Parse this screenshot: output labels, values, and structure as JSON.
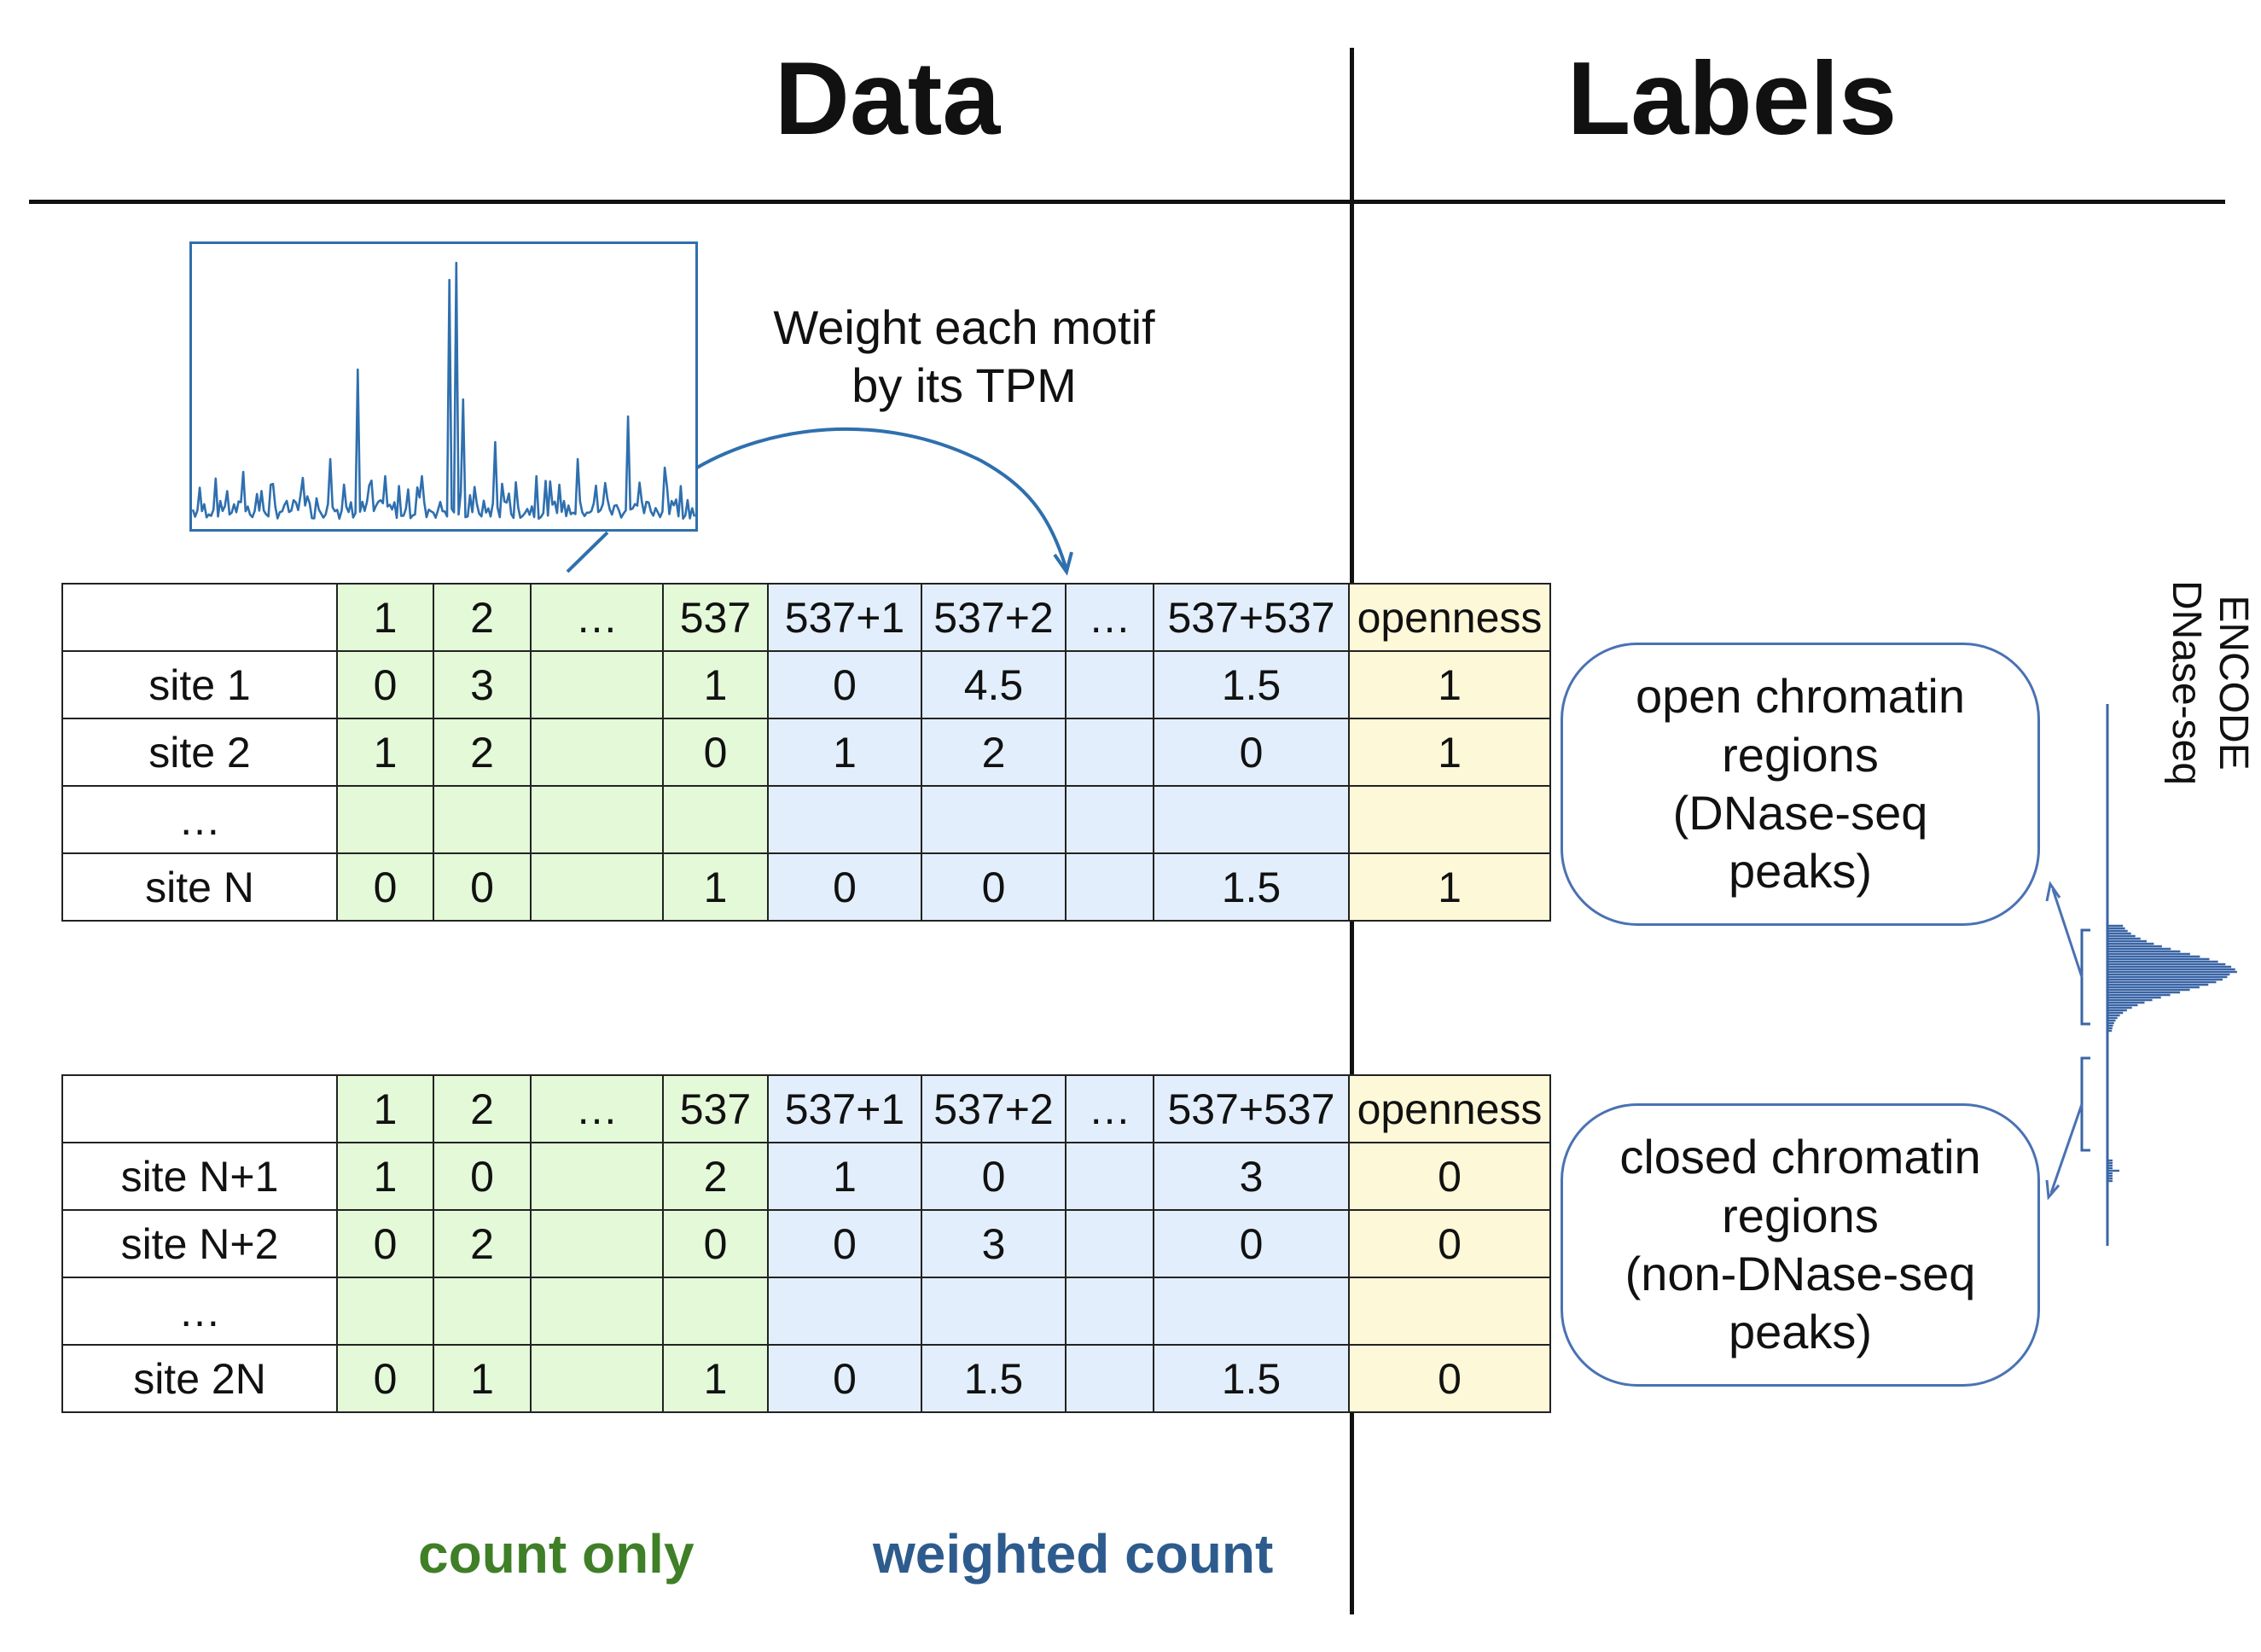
{
  "headers": {
    "data": "Data",
    "labels": "Labels"
  },
  "annotation": {
    "text": "Weight each motif\nby its TPM"
  },
  "columns": [
    "1",
    "2",
    "…",
    "537",
    "537+1",
    "537+2",
    "…",
    "537+537",
    "openness"
  ],
  "table_open": {
    "rows": [
      {
        "label": "site 1",
        "cells": [
          "0",
          "3",
          "",
          "1",
          "0",
          "4.5",
          "",
          "1.5",
          "1"
        ]
      },
      {
        "label": "site 2",
        "cells": [
          "1",
          "2",
          "",
          "0",
          "1",
          "2",
          "",
          "0",
          "1"
        ]
      },
      {
        "label": "…",
        "cells": [
          "",
          "",
          "",
          "",
          "",
          "",
          "",
          "",
          ""
        ]
      },
      {
        "label": "site N",
        "cells": [
          "0",
          "0",
          "",
          "1",
          "0",
          "0",
          "",
          "1.5",
          "1"
        ]
      }
    ]
  },
  "table_closed": {
    "rows": [
      {
        "label": "site N+1",
        "cells": [
          "1",
          "0",
          "",
          "2",
          "1",
          "0",
          "",
          "3",
          "0"
        ]
      },
      {
        "label": "site N+2",
        "cells": [
          "0",
          "2",
          "",
          "0",
          "0",
          "3",
          "",
          "0",
          "0"
        ]
      },
      {
        "label": "…",
        "cells": [
          "",
          "",
          "",
          "",
          "",
          "",
          "",
          "",
          ""
        ]
      },
      {
        "label": "site 2N",
        "cells": [
          "0",
          "1",
          "",
          "1",
          "0",
          "1.5",
          "",
          "1.5",
          "0"
        ]
      }
    ]
  },
  "bubbles": {
    "open": "open chromatin\nregions\n(DNase-seq\npeaks)",
    "closed": "closed chromatin\nregions\n(non-DNase-seq\npeaks)"
  },
  "encode_label": "ENCODE\nDNase-seq",
  "legend": {
    "count_only": "count only",
    "weighted": "weighted count"
  },
  "colors": {
    "count_only_fill": "#e3f9d8",
    "weighted_fill": "#e2eefb",
    "label_fill": "#fdf8d8",
    "count_only_text": "#3f7f27",
    "weighted_text": "#2d5b8e",
    "line_blue": "#2f6fae",
    "arrow_blue": "#4a72b3"
  }
}
